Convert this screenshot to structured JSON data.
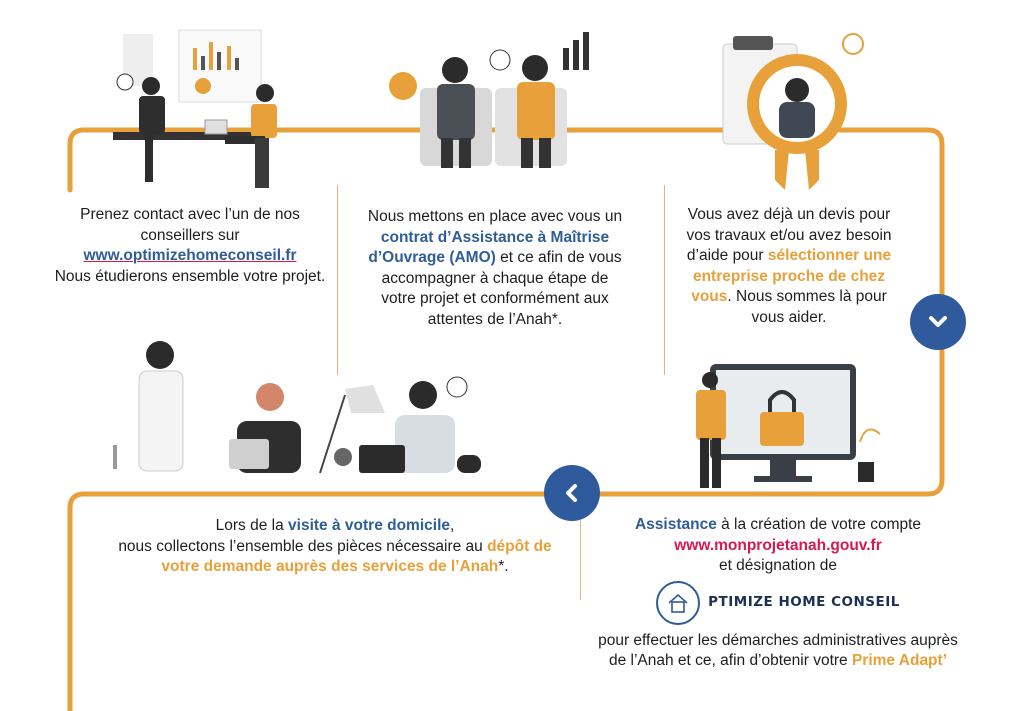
{
  "colors": {
    "accent_orange": "#e8a13a",
    "brand_blue": "#2f5b9c",
    "pink": "#d8184f",
    "line": "#e5b477"
  },
  "step1": {
    "line1": "Prenez contact avec l’un de nos",
    "line2": "conseillers sur",
    "link": "www.optimizehomeconseil.fr",
    "line3": "Nous étudierons ensemble votre projet."
  },
  "step2": {
    "line1": "Nous mettons en place avec vous un",
    "highlight1": "contrat d’Assistance à Maîtrise",
    "highlight2": "d’Ouvrage (AMO)",
    "line2_rest": " et ce afin de vous",
    "line3": "accompagner à chaque étape de",
    "line4": "votre projet et conformément aux",
    "line5": "attentes de l’Anah*."
  },
  "step3": {
    "line1": "Vous avez déjà un devis pour",
    "line2": "vos travaux  et/ou avez besoin",
    "line3_pre": "d’aide pour ",
    "highlight1": "sélectionner une",
    "highlight2": "entreprise proche de chez",
    "highlight3": "vous",
    "line5_rest": ". Nous sommes là pour",
    "line6": "vous aider."
  },
  "step4": {
    "pre": "Lors de la ",
    "highlight1": "visite à votre domicile",
    "comma": ",",
    "line2_pre": "nous collectons  l’ensemble des pièces nécessaire au ",
    "highlight2": "dépôt de",
    "highlight3": "votre demande  auprès des services de l’Anah",
    "star": "*."
  },
  "step5": {
    "highlight1": "Assistance",
    "line1_rest": " à la création de votre compte",
    "link": "www.monprojetanah.gouv.fr",
    "line3": "et désignation de",
    "logo_text": "PTIMIZE HOME CONSEIL",
    "line4": "pour effectuer les démarches administratives auprès",
    "line5_pre": "de l’Anah et ce, afin d’obtenir votre ",
    "highlight2": "Prime Adapt’"
  },
  "nav": {
    "down_icon": "chevron-down-icon",
    "left_icon": "chevron-left-icon"
  }
}
